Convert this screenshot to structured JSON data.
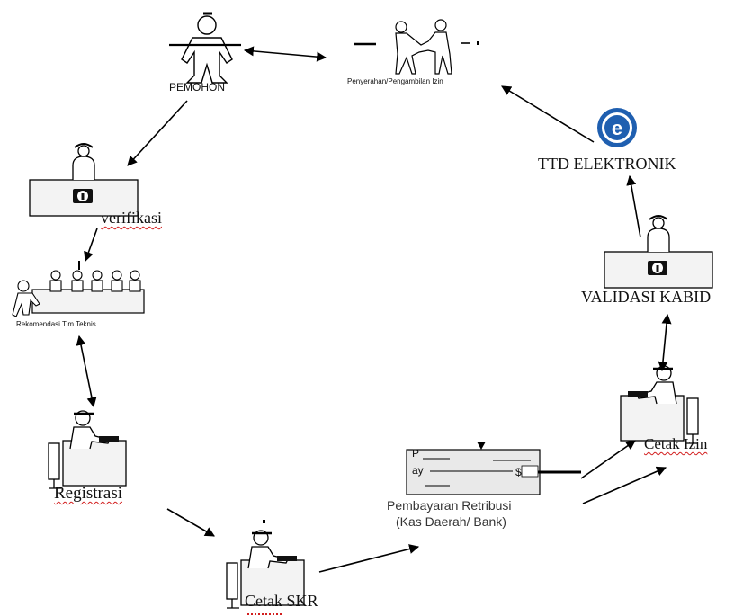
{
  "nodes": {
    "pemohon": "PEMOHON",
    "penyerahan": "Penyerahan/Pengambilan Izin",
    "ttd": "TTD ELEKTRONIK",
    "verifikasi": "verifikasi",
    "rekomendasi": "Rekomendasi Tim Teknis",
    "validasi": "VALIDASI KABID",
    "registrasi": "Registrasi",
    "cetak_izin": "Cetak Izin",
    "pembayaran_line1": "Pembayaran Retribusi",
    "pembayaran_line2": "(Kas Daerah/ Bank)",
    "cetak_skr": "Cetak SKR"
  },
  "cheque": {
    "line1": "P",
    "line2": "ay",
    "currency": "$"
  },
  "icons": {
    "ttd_logo": "e"
  },
  "colors": {
    "logo_blue": "#1f5fb0",
    "spell_underline": "#d21e1e"
  }
}
